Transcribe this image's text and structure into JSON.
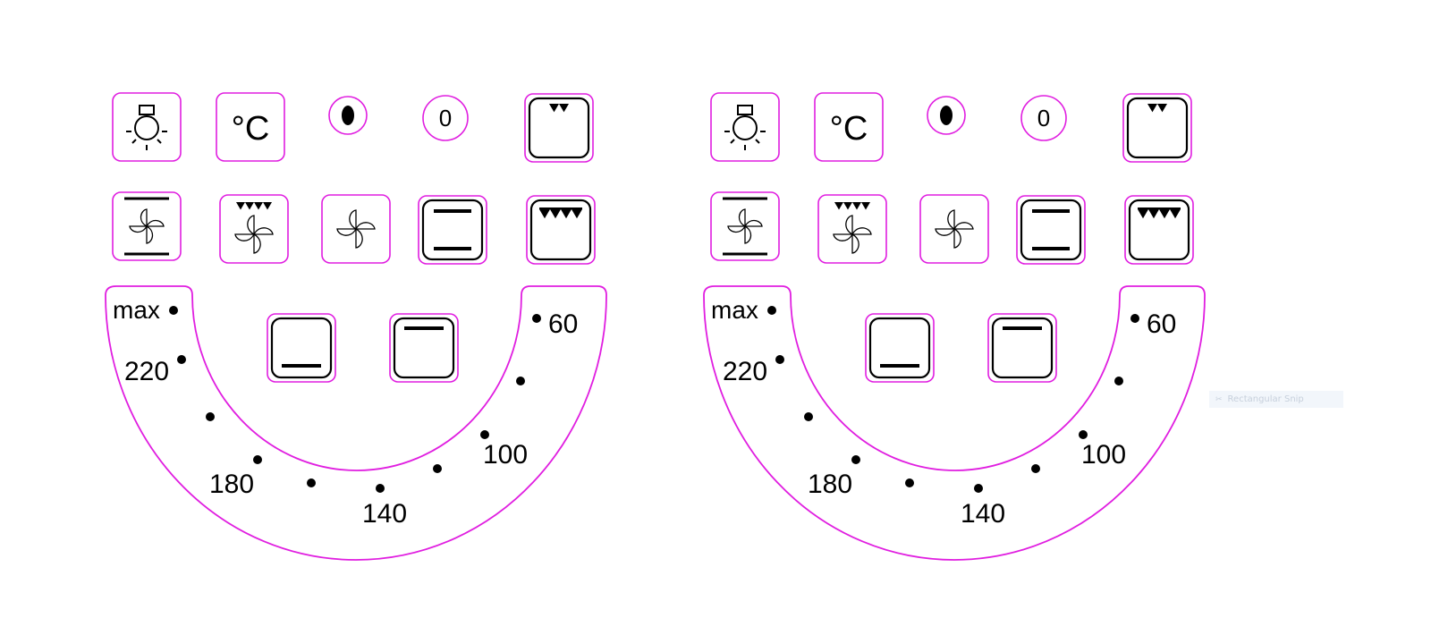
{
  "colors": {
    "outline": "#e01ee0",
    "ink": "#000000",
    "background": "#ffffff"
  },
  "panels": [
    {
      "id": "left-panel",
      "row1": [
        {
          "name": "lamp-icon",
          "kind": "lamp"
        },
        {
          "name": "celsius-icon",
          "kind": "celsius",
          "text": "°C"
        },
        {
          "name": "indicator-filled-icon",
          "kind": "dot-filled"
        },
        {
          "name": "indicator-zero-icon",
          "kind": "zero",
          "text": "0"
        },
        {
          "name": "top-heat-small-icon",
          "kind": "top-small"
        }
      ],
      "row2": [
        {
          "name": "fan-top-bottom-icon",
          "kind": "fan-bars"
        },
        {
          "name": "fan-grill-icon",
          "kind": "fan-grill"
        },
        {
          "name": "fan-icon",
          "kind": "fan"
        },
        {
          "name": "top-bottom-heat-icon",
          "kind": "top-bottom"
        },
        {
          "name": "grill-full-icon",
          "kind": "grill-full"
        }
      ],
      "row3": [
        {
          "name": "bottom-heat-icon",
          "kind": "bottom"
        },
        {
          "name": "top-heat-icon",
          "kind": "top"
        }
      ],
      "dial_labels": [
        "max",
        "220",
        "180",
        "140",
        "100",
        "60"
      ]
    },
    {
      "id": "right-panel",
      "row1": [
        {
          "name": "lamp-icon",
          "kind": "lamp"
        },
        {
          "name": "celsius-icon",
          "kind": "celsius",
          "text": "°C"
        },
        {
          "name": "indicator-filled-icon",
          "kind": "dot-filled"
        },
        {
          "name": "indicator-zero-icon",
          "kind": "zero",
          "text": "0"
        },
        {
          "name": "top-heat-small-icon",
          "kind": "top-small"
        }
      ],
      "row2": [
        {
          "name": "fan-top-bottom-icon",
          "kind": "fan-bars"
        },
        {
          "name": "fan-grill-icon",
          "kind": "fan-grill"
        },
        {
          "name": "fan-icon",
          "kind": "fan"
        },
        {
          "name": "top-bottom-heat-icon",
          "kind": "top-bottom"
        },
        {
          "name": "grill-full-icon",
          "kind": "grill-full"
        }
      ],
      "row3": [
        {
          "name": "bottom-heat-icon",
          "kind": "bottom"
        },
        {
          "name": "top-heat-icon",
          "kind": "top"
        }
      ],
      "dial_labels": [
        "max",
        "220",
        "180",
        "140",
        "100",
        "60"
      ]
    }
  ],
  "tooltip": {
    "text": "Rectangular Snip",
    "icon": "snip-icon"
  }
}
